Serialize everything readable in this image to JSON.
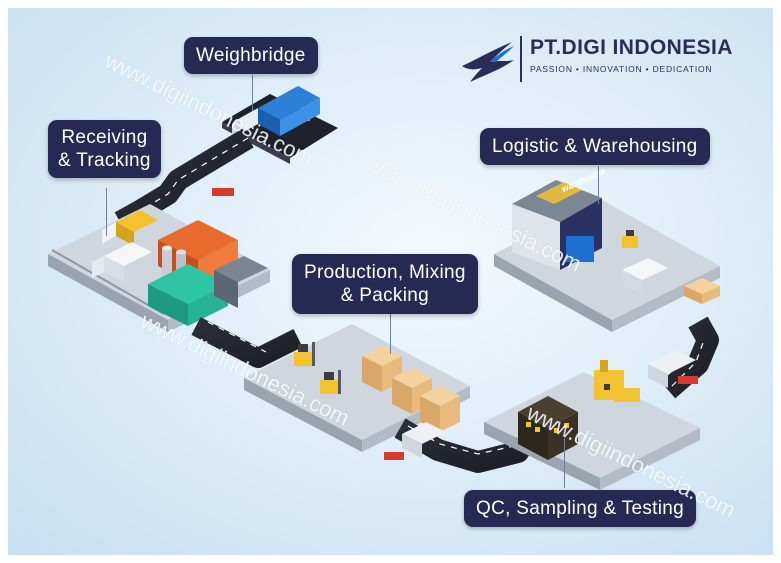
{
  "brand": {
    "name": "PT.DIGI INDONESIA",
    "tagline": "PASSION • INNOVATION • DEDICATION",
    "colors": {
      "navy": "#262a52",
      "accent_blue": "#1f6fd1",
      "teal": "#2ec4a6",
      "yellow": "#f2c230"
    }
  },
  "stages": [
    {
      "id": "weighbridge",
      "label": "Weighbridge"
    },
    {
      "id": "receiving",
      "label_line1": "Receiving",
      "label_line2": "& Tracking"
    },
    {
      "id": "logistic",
      "label": "Logistic & Warehousing"
    },
    {
      "id": "production",
      "label_line1": "Production, Mixing",
      "label_line2": "& Packing"
    },
    {
      "id": "qc",
      "label": "QC, Sampling & Testing"
    }
  ],
  "sign_text": "warehouse",
  "watermark": "www.digiindonesia.com",
  "icons": [
    "logo-swallow-icon",
    "truck-icon",
    "forklift-icon",
    "warehouse-icon",
    "factory-icon",
    "pallet-icon"
  ]
}
